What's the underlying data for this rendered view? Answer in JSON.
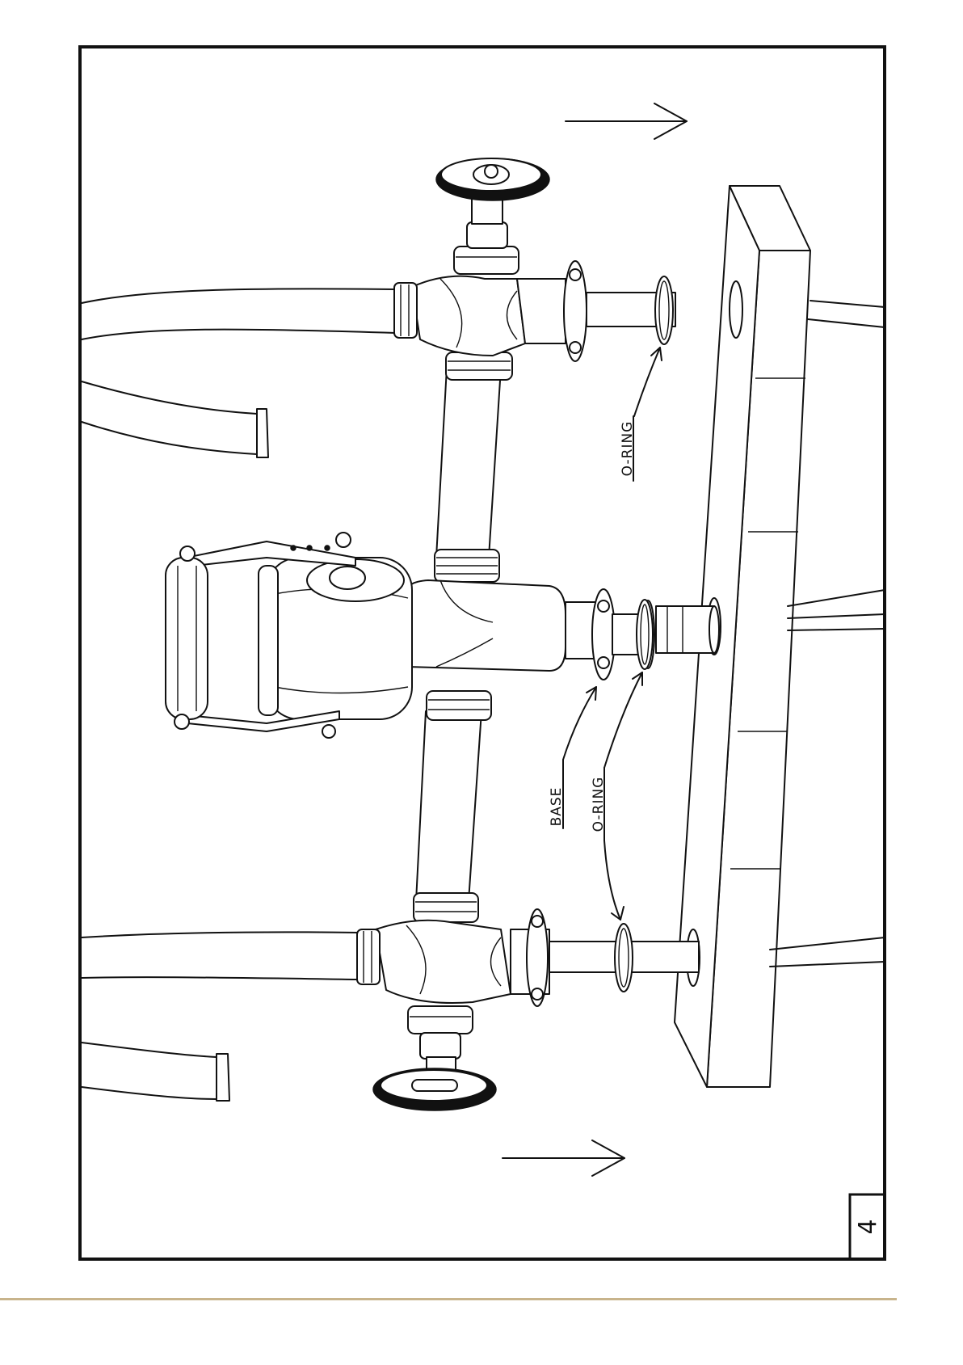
{
  "page": {
    "number": "4"
  },
  "callouts": {
    "o_ring_top": "O-RING",
    "base": "BASE",
    "o_ring_bottom": "O-RING"
  },
  "colors": {
    "line": "#111111",
    "divider": "#c8b48c",
    "background": "#ffffff"
  }
}
